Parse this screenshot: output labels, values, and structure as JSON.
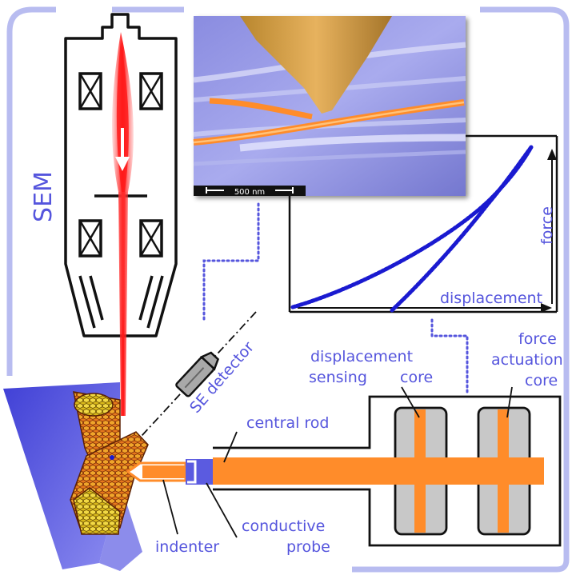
{
  "labels": {
    "sem": "SEM",
    "scale_bar": "500 nm",
    "se_detector": "SE detector",
    "force_axis": "force",
    "displacement_axis": "displacement",
    "displacement_core_line1": "displacement",
    "displacement_core_line2": "sensing",
    "displacement_core_line3": "core",
    "force_core_line1": "force",
    "force_core_line2": "actuation",
    "force_core_line3": "core",
    "central_rod": "central rod",
    "indenter": "indenter",
    "conductive_probe_line1": "conductive",
    "conductive_probe_line2": "probe"
  },
  "colors": {
    "label_blue": "#5555dd",
    "frame_blue": "#b8bcf0",
    "beam_red": "#ff3333",
    "rod_orange": "#ff8c2a",
    "curve_blue": "#1a1ad0",
    "stage_blue": "#5b5be0"
  }
}
